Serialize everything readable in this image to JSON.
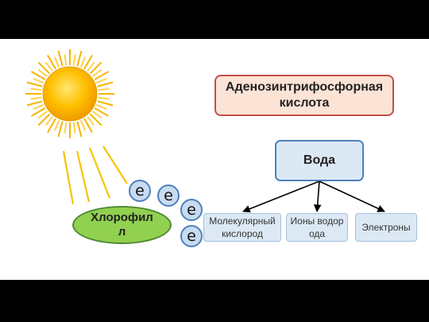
{
  "diagram": {
    "atp_label": "Аденозинтрифосфорная кислота",
    "water_label": "Вода",
    "chlorophyll_label": "Хлорофилл",
    "products": [
      {
        "label": "Молекулярный кислород"
      },
      {
        "label": "Ионы водорода"
      },
      {
        "label": "Электроны"
      }
    ],
    "electron_symbol": "e"
  },
  "colors": {
    "sun": "#f5b400",
    "atp_border": "#c0504d",
    "box_border": "#4f81bd",
    "chlorophyll": "#92d050"
  }
}
